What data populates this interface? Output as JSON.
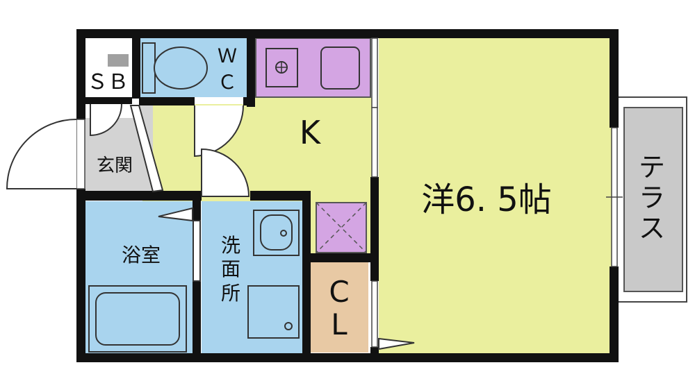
{
  "rooms": {
    "storage_box": "ＳＢ",
    "toilet_w": "Ｗ",
    "toilet_c": "Ｃ",
    "kitchen": "K",
    "entrance": "玄関",
    "bath": "浴室",
    "washroom_1": "洗",
    "washroom_2": "面",
    "washroom_3": "所",
    "closet_c": "C",
    "closet_l": "L",
    "western_room": "洋6. 5帖",
    "terrace_1": "テ",
    "terrace_2": "ラ",
    "terrace_3": "ス"
  },
  "colors": {
    "western_room": "#eaef9e",
    "kitchen": "#eaef9e",
    "bath": "#a9d4ee",
    "toilet": "#a9d4ee",
    "kitchen_counter": "#d4a5e3",
    "closet": "#e8c9a4",
    "entrance": "#d3d3d3",
    "terrace": "#c9c9c9",
    "wall": "#111111"
  }
}
